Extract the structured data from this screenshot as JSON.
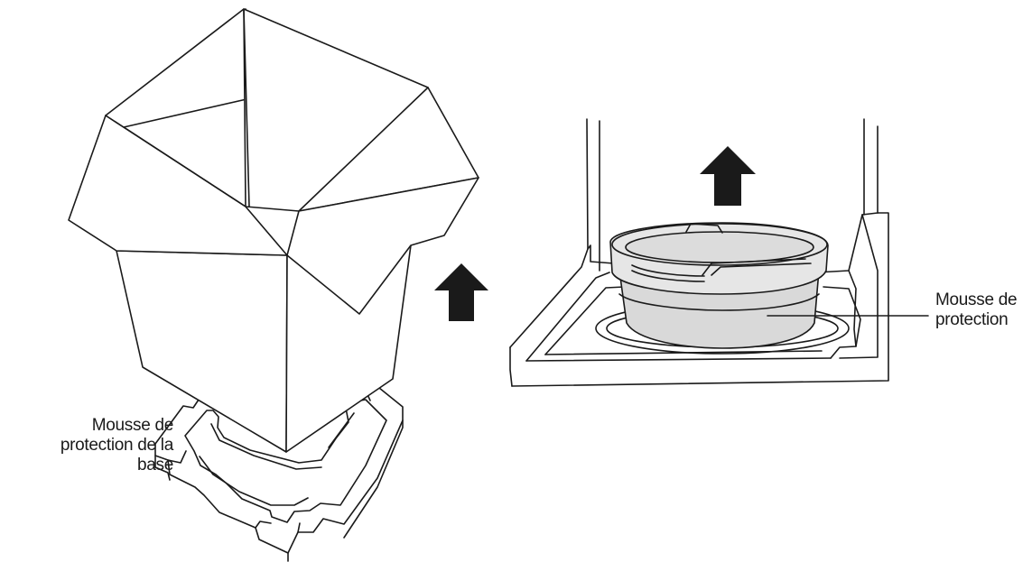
{
  "labels": {
    "base_foam": [
      "Mousse de",
      "protection de la",
      "base"
    ],
    "motor_foam": [
      "Mousse de",
      "protection"
    ]
  },
  "colors": {
    "line": "#1a1a1a",
    "arrow": "#1a1a1a",
    "foam_fill": "#d9d9d9",
    "foam_rim": "#e6e6e6"
  },
  "icons": [
    "lift-up-arrow-icon",
    "lift-up-arrow-icon"
  ]
}
